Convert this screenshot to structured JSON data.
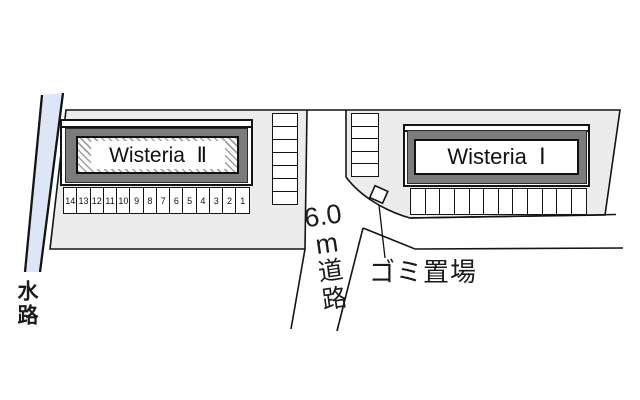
{
  "title": "site-layout-plan",
  "colors": {
    "parcel_fill": "#ececec",
    "waterway_fill": "#dce6f6",
    "building_frame": "#7b7b7b",
    "line": "#141414"
  },
  "buildings": {
    "left": {
      "name": "Wisteria  Ⅱ"
    },
    "right": {
      "name": "Wisteria  Ⅰ"
    }
  },
  "labels": {
    "waterway": "水路",
    "road_full": "6.0m道路",
    "road_width": "6.0",
    "road_unit": "m",
    "road_char1": "道",
    "road_char2": "路",
    "garbage": "ゴミ置場"
  },
  "parking_left": {
    "count": 14,
    "spaces": [
      "14",
      "13",
      "12",
      "11",
      "10",
      "9",
      "8",
      "7",
      "6",
      "5",
      "4",
      "3",
      "2",
      "1"
    ]
  },
  "parking_right": {
    "count": 12
  },
  "stairs_left": {
    "count": 7
  },
  "stairs_right": {
    "count": 5
  }
}
